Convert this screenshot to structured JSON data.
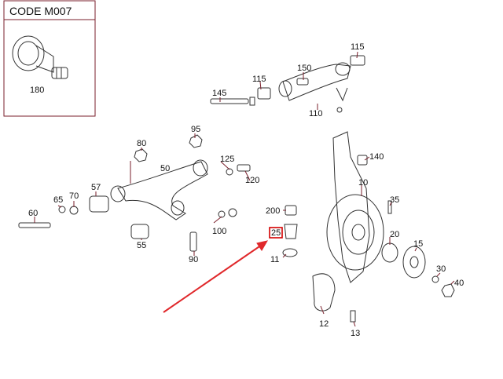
{
  "code_box": {
    "label": "CODE M007",
    "part_number": "180"
  },
  "part_labels": {
    "p115_right": "115",
    "p150": "150",
    "p145": "145",
    "p115_left": "115",
    "p110": "110",
    "p95": "95",
    "p80": "80",
    "p125": "125",
    "p50": "50",
    "p120": "120",
    "p140": "140",
    "p10": "10",
    "p57": "57",
    "p65": "65",
    "p70": "70",
    "p35": "35",
    "p60": "60",
    "p200": "200",
    "p100": "100",
    "p25": "25",
    "p20": "20",
    "p55": "55",
    "p15": "15",
    "p90": "90",
    "p11": "11",
    "p30": "30",
    "p40": "40",
    "p12": "12",
    "p13": "13"
  },
  "highlight_color": "#d40000",
  "pointer_arrow_color": "#e0282b"
}
